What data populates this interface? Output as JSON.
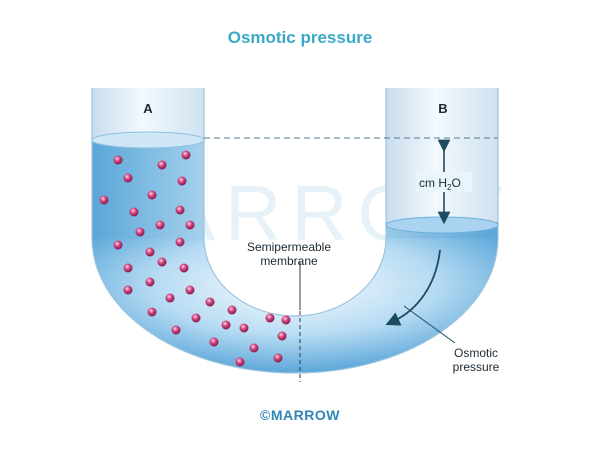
{
  "title": "Osmotic pressure",
  "watermark": "MARROW",
  "credit": "©MARROW",
  "labels": {
    "arm_a": "A",
    "arm_b": "B",
    "height_unit_prefix": "cm H",
    "height_unit_sub": "2",
    "height_unit_suffix": "O",
    "membrane_line1": "Semipermeable",
    "membrane_line2": "membrane",
    "pressure_line1": "Osmotic",
    "pressure_line2": "pressure"
  },
  "colors": {
    "title": "#3aa9c7",
    "solution": "#8fc8ec",
    "solution_dark": "#4f9fd6",
    "tube_glass": "#e3f0fa",
    "solute_particle": "#d0457f",
    "arrow": "#1f4b5e",
    "credit": "#2f86b8"
  }
}
